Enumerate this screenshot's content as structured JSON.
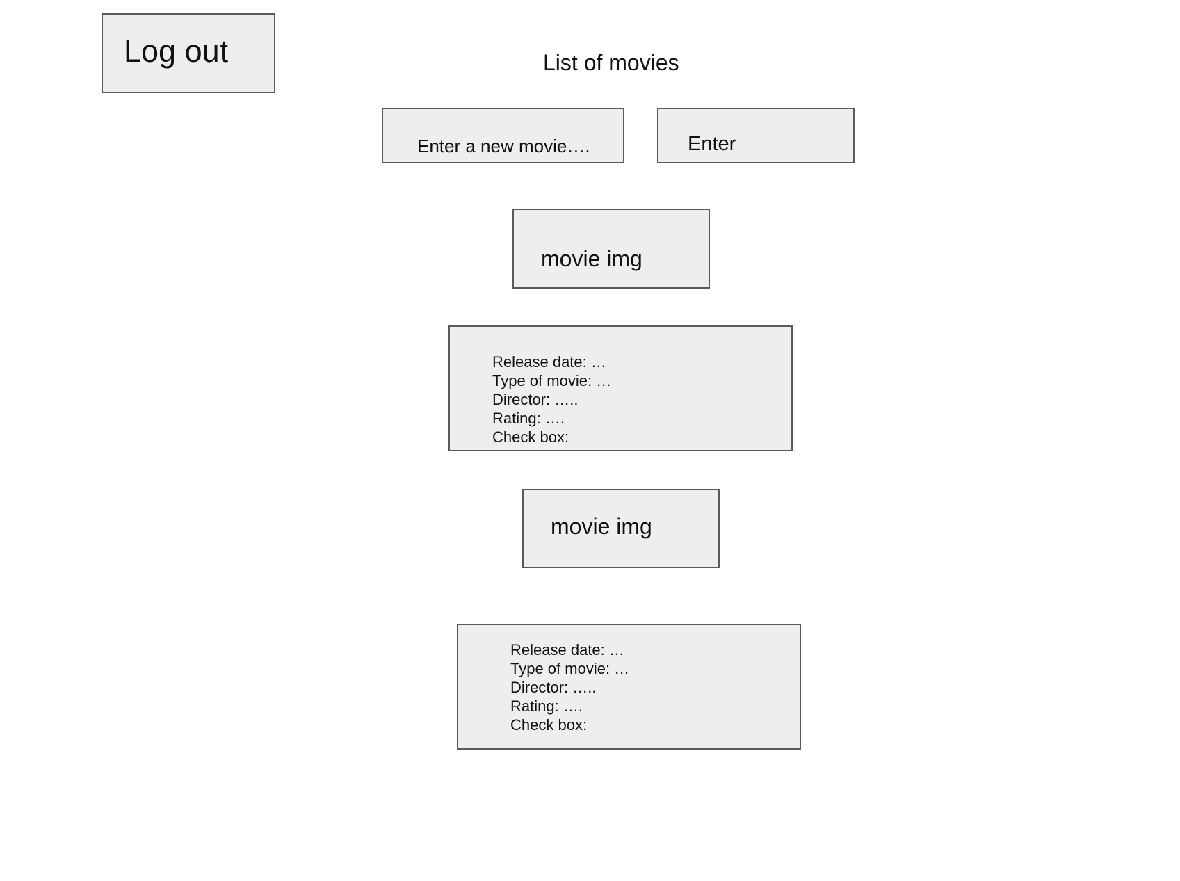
{
  "header": {
    "logout_label": "Log out",
    "title": "List of movies"
  },
  "add_movie": {
    "input_value": "Enter a new movie….",
    "enter_label": "Enter"
  },
  "movies": [
    {
      "image_label": "movie img",
      "release_date": "Release date: …",
      "type": "Type of movie: …",
      "director": "Director: …..",
      "rating": "Rating: ….",
      "check_box": "Check box:"
    },
    {
      "image_label": "movie img",
      "release_date": "Release date: …",
      "type": "Type of movie: …",
      "director": "Director: …..",
      "rating": "Rating: ….",
      "check_box": "Check box:"
    }
  ]
}
